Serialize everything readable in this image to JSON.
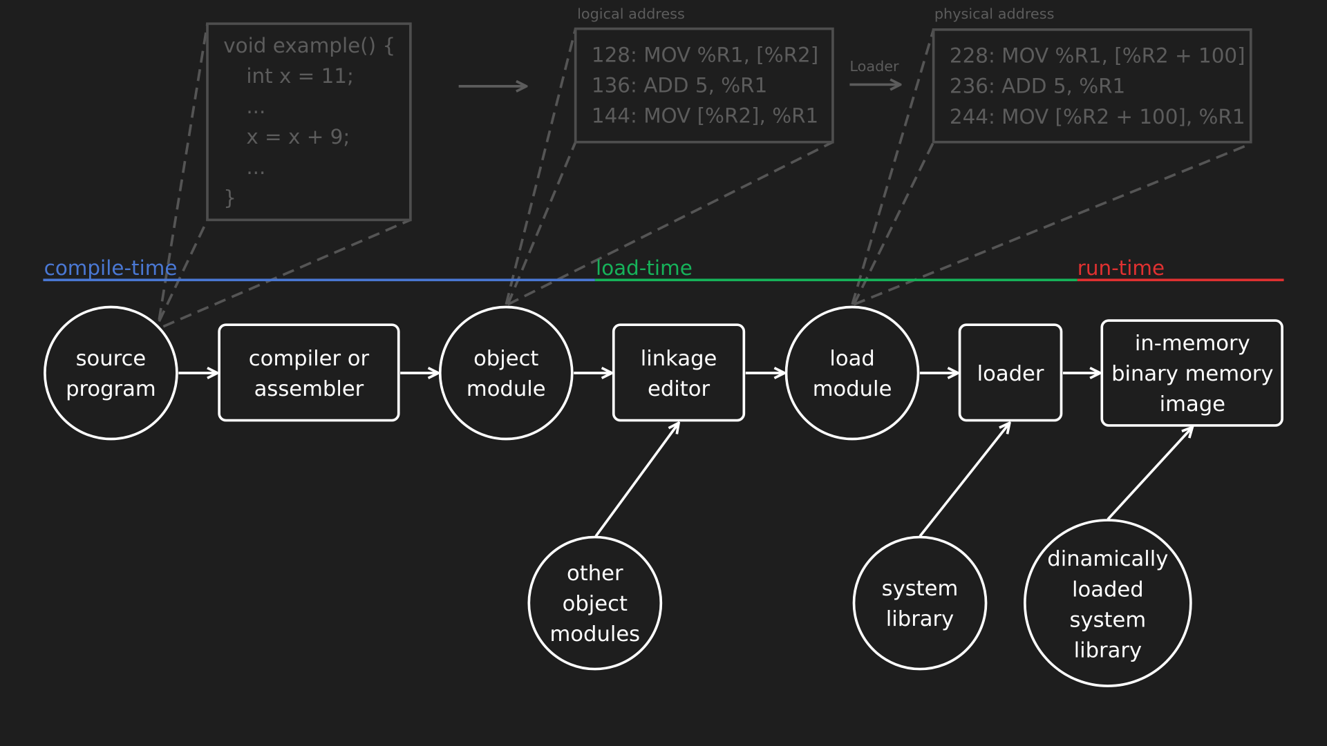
{
  "code_box": {
    "lines": [
      "void example() {",
      "int x = 11;",
      "...",
      "x = x + 9;",
      "...",
      "}"
    ]
  },
  "logical": {
    "label": "logical address",
    "lines": [
      "128: MOV %R1, [%R2]",
      "136: ADD 5, %R1",
      "144: MOV [%R2], %R1"
    ]
  },
  "physical": {
    "label": "physical address",
    "lines": [
      "228: MOV %R1, [%R2 + 100]",
      "236: ADD 5, %R1",
      "244: MOV [%R2 + 100], %R1"
    ]
  },
  "loader_arrow_label": "Loader",
  "timeline": {
    "compile": {
      "label": "compile-time",
      "color": "#4a78d4"
    },
    "load": {
      "label": "load-time",
      "color": "#16b35a"
    },
    "run": {
      "label": "run-time",
      "color": "#e03131"
    }
  },
  "nodes": {
    "source": [
      "source",
      "program"
    ],
    "compiler": [
      "compiler or",
      "assembler"
    ],
    "object": [
      "object",
      "module"
    ],
    "linkage": [
      "linkage",
      "editor"
    ],
    "load": [
      "load",
      "module"
    ],
    "loader": [
      "loader"
    ],
    "memory": [
      "in-memory",
      "binary memory",
      "image"
    ],
    "other": [
      "other",
      "object",
      "modules"
    ],
    "syslib": [
      "system",
      "library"
    ],
    "dynlib": [
      "dinamically",
      "loaded",
      "system",
      "library"
    ]
  }
}
